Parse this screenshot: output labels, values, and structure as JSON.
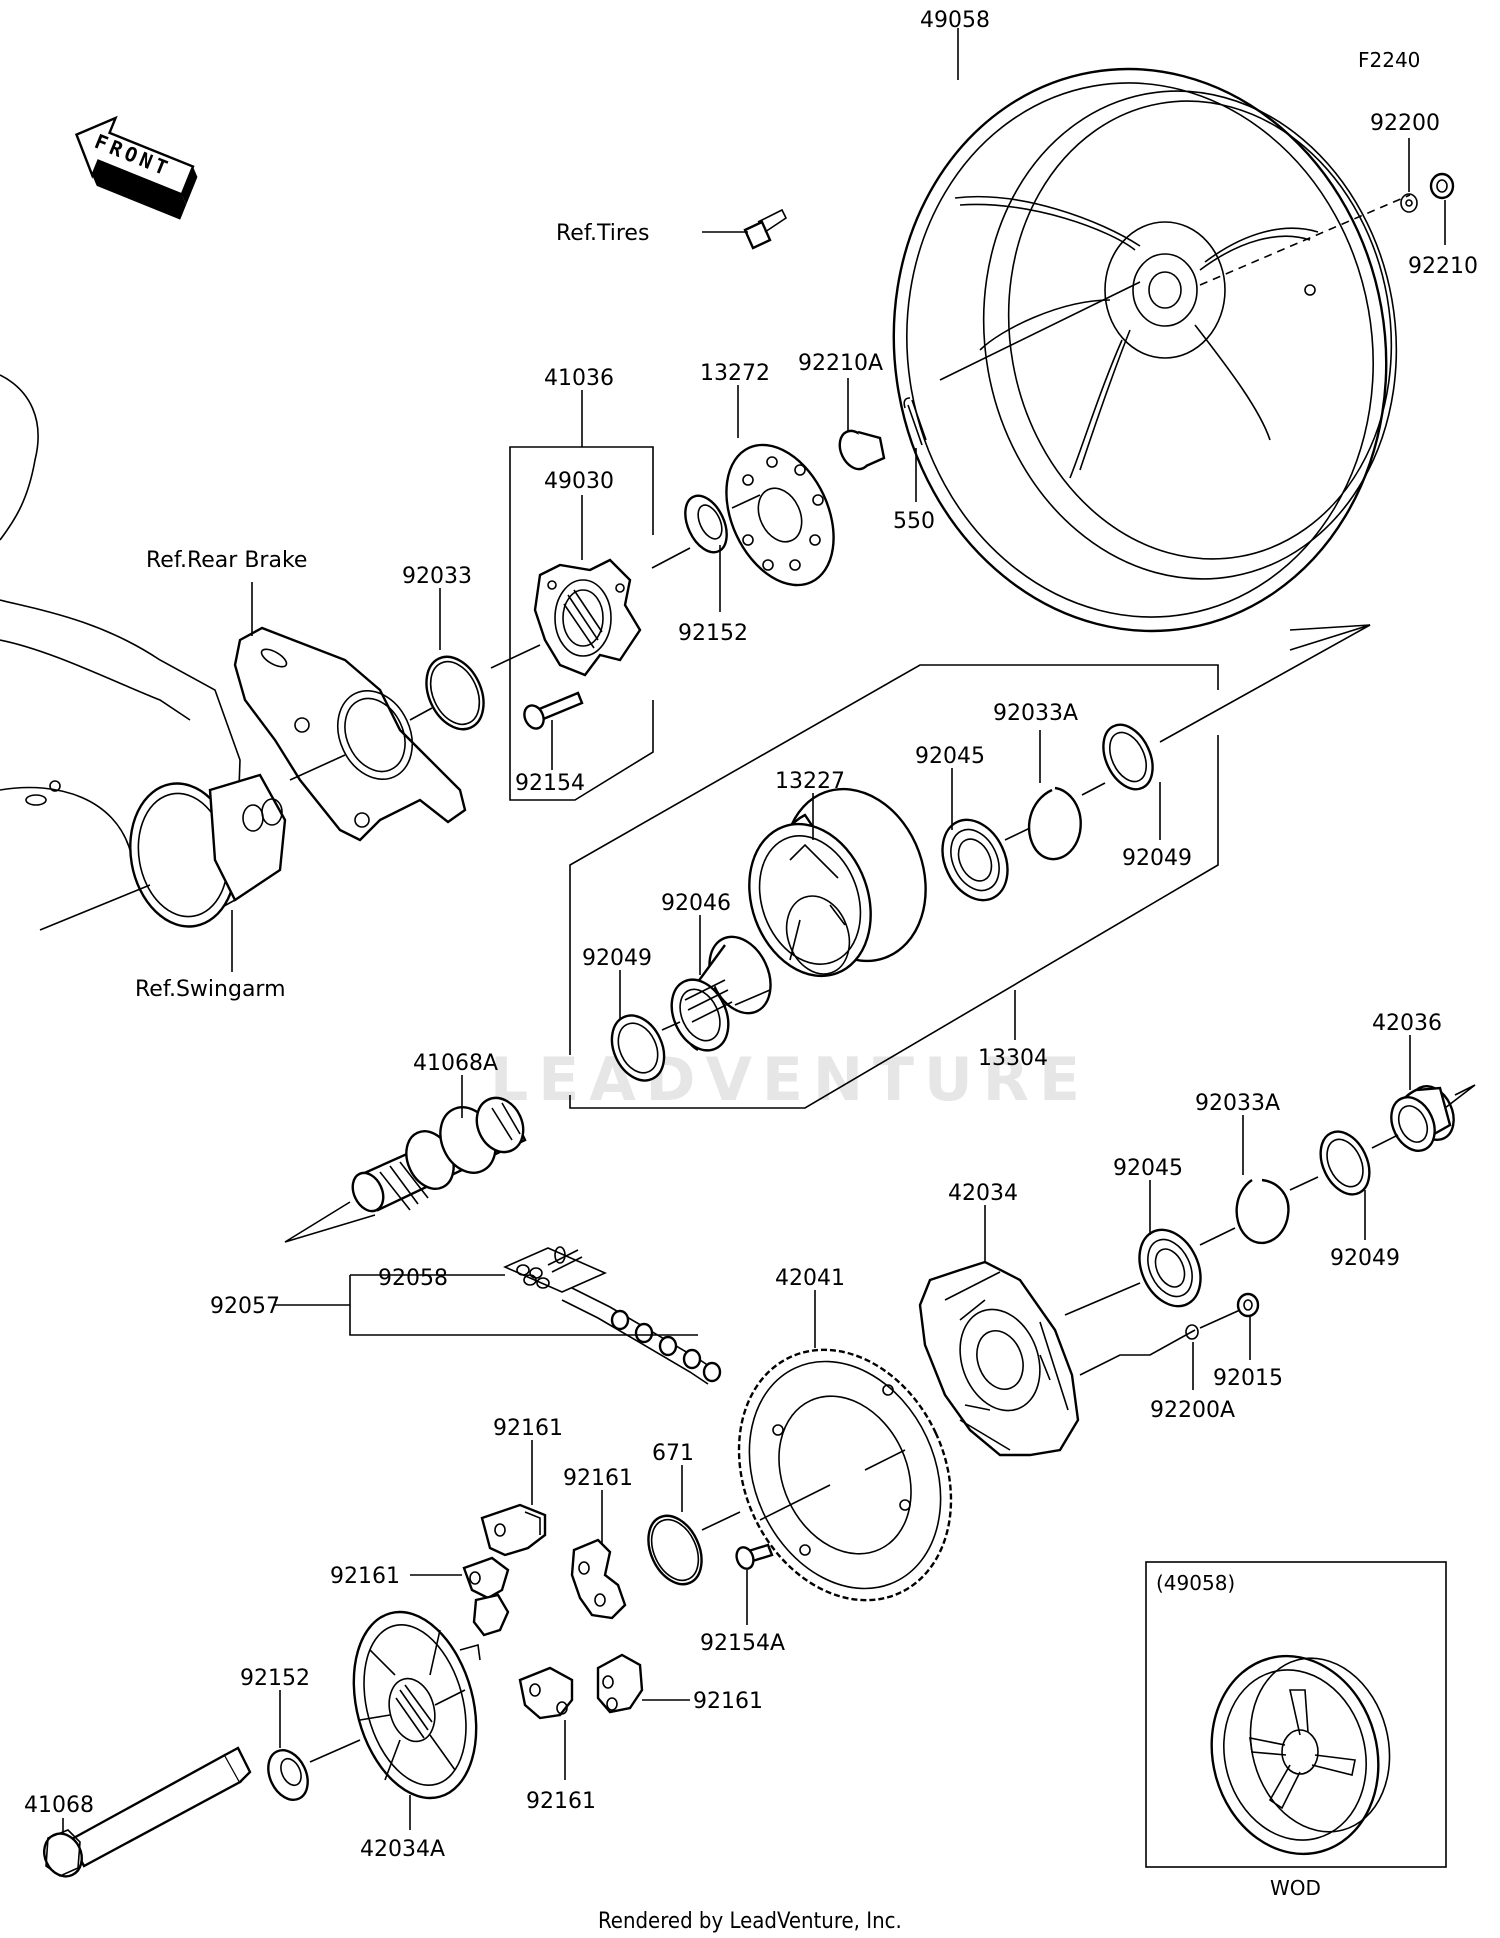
{
  "diagram": {
    "code": "F2240",
    "front_label": "FRONT",
    "watermark": "LEADVENTURE",
    "footer": "Rendered by LeadVenture, Inc.",
    "inset": {
      "ref": "(49058)",
      "caption": "WOD"
    },
    "labels": {
      "p49058": "49058",
      "p92200": "92200",
      "p92210": "92210",
      "ref_tires": "Ref.Tires",
      "p41036": "41036",
      "p49030": "49030",
      "p13272": "13272",
      "p92210A": "92210A",
      "p550": "550",
      "ref_rear_brake": "Ref.Rear Brake",
      "p92033": "92033",
      "p92152_top": "92152",
      "p92154": "92154",
      "ref_swingarm": "Ref.Swingarm",
      "p92033A_top": "92033A",
      "p92045_top": "92045",
      "p13227": "13227",
      "p92049_right": "92049",
      "p92046": "92046",
      "p92049_left": "92049",
      "p13304": "13304",
      "p41068A": "41068A",
      "p42036": "42036",
      "p92033A_mid": "92033A",
      "p92045_mid": "92045",
      "p42034": "42034",
      "p92049_mid": "92049",
      "p92058": "92058",
      "p92057": "92057",
      "p42041": "42041",
      "p92015": "92015",
      "p92200A": "92200A",
      "p92161_a": "92161",
      "p92161_b": "92161",
      "p671": "671",
      "p92161_c": "92161",
      "p92154A": "92154A",
      "p92152_bottom": "92152",
      "p92161_d": "92161",
      "p41068": "41068",
      "p42034A": "42034A",
      "p92161_e": "92161"
    }
  }
}
